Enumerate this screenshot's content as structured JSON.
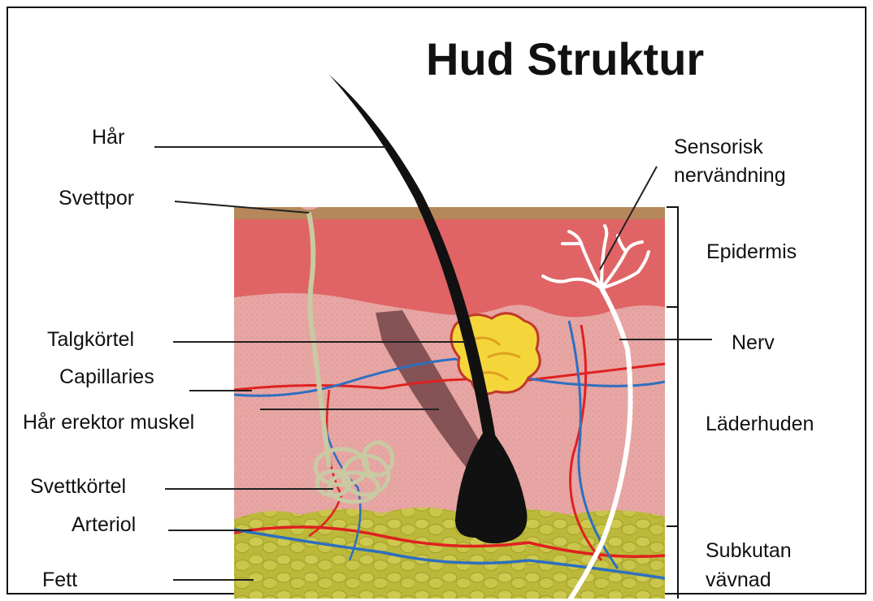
{
  "diagram": {
    "title": "Hud Struktur",
    "labels": {
      "har": "Hår",
      "svettpor": "Svettpor",
      "talgkortel": "Talgkörtel",
      "capillaries": "Capillaries",
      "har_erektor": "Hår erektor muskel",
      "svettkortel": "Svettkörtel",
      "arteriol": "Arteriol",
      "fett": "Fett",
      "sensorisk_1": "Sensorisk",
      "sensorisk_2": "nervändning",
      "epidermis": "Epidermis",
      "nerv": "Nerv",
      "laderhuden": "Läderhuden",
      "subkutan_1": "Subkutan",
      "subkutan_2": "vävnad"
    },
    "colors": {
      "epidermis": "#e06465",
      "dermis": "#e7a6a3",
      "fat": "#bcb83a",
      "surface": "#b5875a",
      "hair": "#111111",
      "artery": "#e02020",
      "vein": "#2d6fc0",
      "nerve": "#ffffff",
      "sweat_gland": "#c9c9a3",
      "sebaceous": "#f4d63a",
      "muscle": "#7a4a4c"
    }
  }
}
